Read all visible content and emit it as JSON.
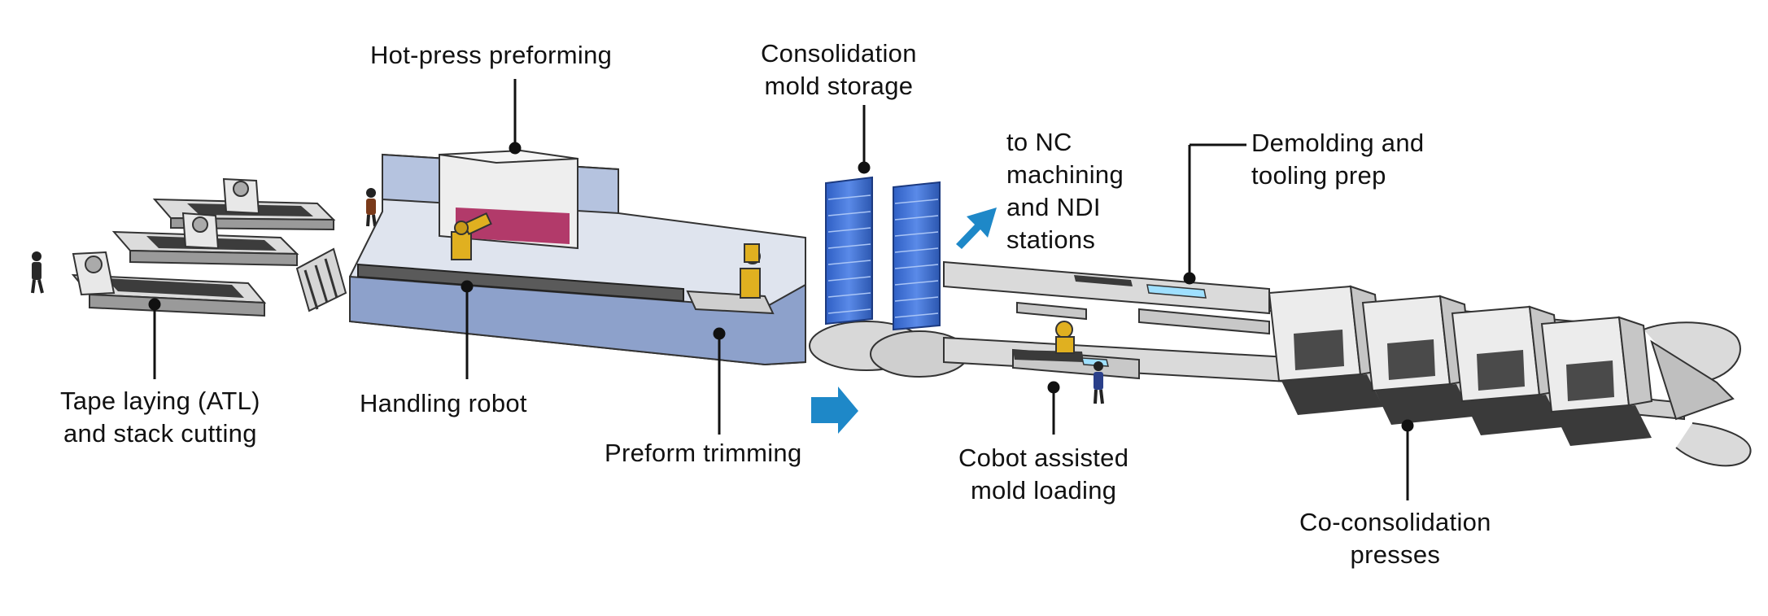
{
  "labels": {
    "tape_laying": [
      "Tape laying (ATL)",
      "and stack cutting"
    ],
    "handling_robot": [
      "Handling robot"
    ],
    "hot_press": [
      "Hot-press preforming"
    ],
    "preform_trimming": [
      "Preform trimming"
    ],
    "mold_storage": [
      "Consolidation",
      "mold storage"
    ],
    "to_nc": [
      "to NC",
      "machining",
      "and NDI",
      "stations"
    ],
    "demolding": [
      "Demolding and",
      "tooling prep"
    ],
    "cobot": [
      "Cobot assisted",
      "mold loading"
    ],
    "co_consolidation": [
      "Co-consolidation",
      "presses"
    ]
  },
  "colors": {
    "flow_arrow": "#1e88c8",
    "storage_rack": "#3f74d6",
    "enclosure": "#6f88b8",
    "robot": "#e0b020",
    "press_body": "#e8e8e8",
    "text": "#111111"
  },
  "icons": {
    "flow_arrow": "arrow-right-icon",
    "exit_arrow": "arrow-up-right-icon",
    "robot": "industrial-robot-icon",
    "worker": "person-icon"
  }
}
